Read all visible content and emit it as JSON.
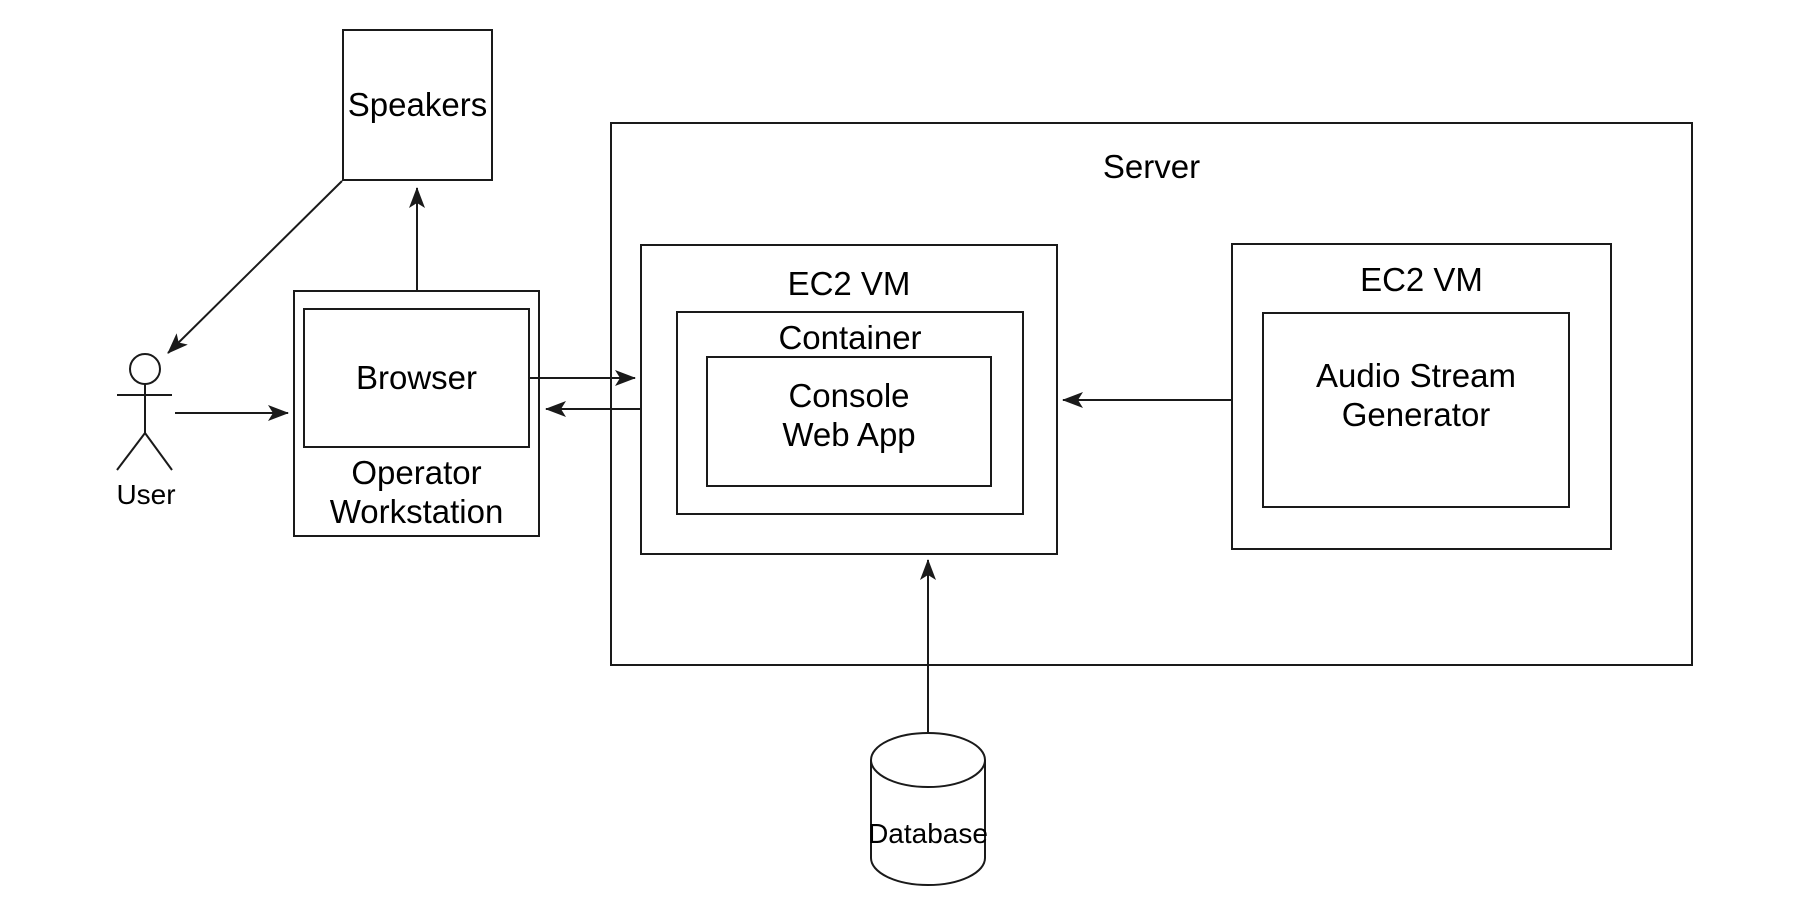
{
  "diagram": {
    "background_color": "#ffffff",
    "stroke_color": "#1a1a1a",
    "nodes": {
      "speakers": {
        "label": "Speakers",
        "shape": "rectangle"
      },
      "user": {
        "label": "User",
        "icon": "stick-figure"
      },
      "operator_workstation": {
        "label": "Operator\nWorkstation",
        "shape": "rectangle"
      },
      "browser": {
        "label": "Browser",
        "shape": "rectangle"
      },
      "server": {
        "label": "Server",
        "shape": "rectangle"
      },
      "ec2_vm_left": {
        "label": "EC2 VM",
        "shape": "rectangle"
      },
      "container": {
        "label": "Container",
        "shape": "rectangle"
      },
      "console_web_app": {
        "label": "Console\nWeb App",
        "shape": "rectangle"
      },
      "ec2_vm_right": {
        "label": "EC2 VM",
        "shape": "rectangle"
      },
      "audio_stream_generator": {
        "label": "Audio Stream\nGenerator",
        "shape": "rectangle"
      },
      "database": {
        "label": "Database",
        "icon": "cylinder"
      }
    },
    "edges": [
      {
        "from": "operator_workstation",
        "to": "speakers",
        "arrowhead": "to"
      },
      {
        "from": "speakers",
        "to": "user",
        "arrowhead": "to"
      },
      {
        "from": "user",
        "to": "operator_workstation",
        "arrowhead": "to"
      },
      {
        "from": "browser",
        "to": "ec2_vm_left",
        "arrowhead": "to"
      },
      {
        "from": "ec2_vm_left",
        "to": "operator_workstation",
        "arrowhead": "to"
      },
      {
        "from": "ec2_vm_right",
        "to": "ec2_vm_left",
        "arrowhead": "to"
      },
      {
        "from": "database",
        "to": "ec2_vm_left",
        "arrowhead": "to"
      }
    ]
  }
}
